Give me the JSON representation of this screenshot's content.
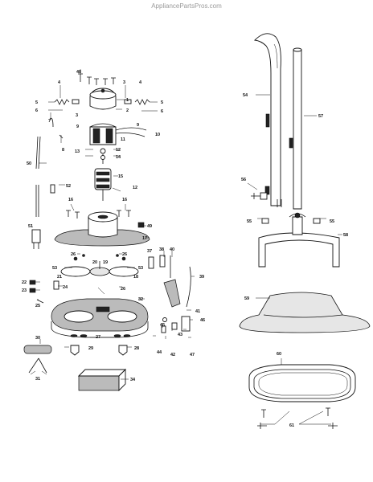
{
  "watermark": "AppliancePartsPros.com",
  "callouts": [
    {
      "id": "c48",
      "text": "48"
    },
    {
      "id": "c4a",
      "text": "4"
    },
    {
      "id": "c3a",
      "text": "3"
    },
    {
      "id": "c4b",
      "text": "4"
    },
    {
      "id": "c5a",
      "text": "5"
    },
    {
      "id": "c6a",
      "text": "6"
    },
    {
      "id": "c1",
      "text": "1"
    },
    {
      "id": "c2",
      "text": "2"
    },
    {
      "id": "c5b",
      "text": "5"
    },
    {
      "id": "c6b",
      "text": "6"
    },
    {
      "id": "c3b",
      "text": "3"
    },
    {
      "id": "c7",
      "text": "7"
    },
    {
      "id": "c9a",
      "text": "9"
    },
    {
      "id": "c9b",
      "text": "9"
    },
    {
      "id": "c10",
      "text": "10"
    },
    {
      "id": "c11",
      "text": "11"
    },
    {
      "id": "c8",
      "text": "8"
    },
    {
      "id": "c13",
      "text": "13"
    },
    {
      "id": "c12a",
      "text": "12"
    },
    {
      "id": "c14",
      "text": "14"
    },
    {
      "id": "c50",
      "text": "50"
    },
    {
      "id": "c15",
      "text": "15"
    },
    {
      "id": "c52",
      "text": "52"
    },
    {
      "id": "c12b",
      "text": "12"
    },
    {
      "id": "c16a",
      "text": "16"
    },
    {
      "id": "c16b",
      "text": "16"
    },
    {
      "id": "c49",
      "text": "49"
    },
    {
      "id": "c51",
      "text": "51"
    },
    {
      "id": "c17",
      "text": "17"
    },
    {
      "id": "c26a",
      "text": "26"
    },
    {
      "id": "c26b",
      "text": "26"
    },
    {
      "id": "c37",
      "text": "37"
    },
    {
      "id": "c38",
      "text": "38"
    },
    {
      "id": "c40",
      "text": "40"
    },
    {
      "id": "c20",
      "text": "20"
    },
    {
      "id": "c19",
      "text": "19"
    },
    {
      "id": "c53a",
      "text": "53"
    },
    {
      "id": "c53b",
      "text": "53"
    },
    {
      "id": "c21",
      "text": "21"
    },
    {
      "id": "c18",
      "text": "18"
    },
    {
      "id": "c39",
      "text": "39"
    },
    {
      "id": "c22",
      "text": "22"
    },
    {
      "id": "c24",
      "text": "24"
    },
    {
      "id": "c23",
      "text": "23"
    },
    {
      "id": "c26c",
      "text": "26"
    },
    {
      "id": "c25",
      "text": "25"
    },
    {
      "id": "c32",
      "text": "32"
    },
    {
      "id": "c41",
      "text": "41"
    },
    {
      "id": "c46",
      "text": "46"
    },
    {
      "id": "c27",
      "text": "27"
    },
    {
      "id": "c45",
      "text": "45"
    },
    {
      "id": "c43",
      "text": "43"
    },
    {
      "id": "c30",
      "text": "30"
    },
    {
      "id": "c29",
      "text": "29"
    },
    {
      "id": "c28",
      "text": "28"
    },
    {
      "id": "c44",
      "text": "44"
    },
    {
      "id": "c42",
      "text": "42"
    },
    {
      "id": "c47",
      "text": "47"
    },
    {
      "id": "c31",
      "text": "31"
    },
    {
      "id": "c34",
      "text": "34"
    },
    {
      "id": "c54",
      "text": "54"
    },
    {
      "id": "c57",
      "text": "57"
    },
    {
      "id": "c56",
      "text": "56"
    },
    {
      "id": "c55a",
      "text": "55"
    },
    {
      "id": "c55b",
      "text": "55"
    },
    {
      "id": "c58",
      "text": "58"
    },
    {
      "id": "c59",
      "text": "59"
    },
    {
      "id": "c60",
      "text": "60"
    },
    {
      "id": "c61",
      "text": "61"
    }
  ]
}
